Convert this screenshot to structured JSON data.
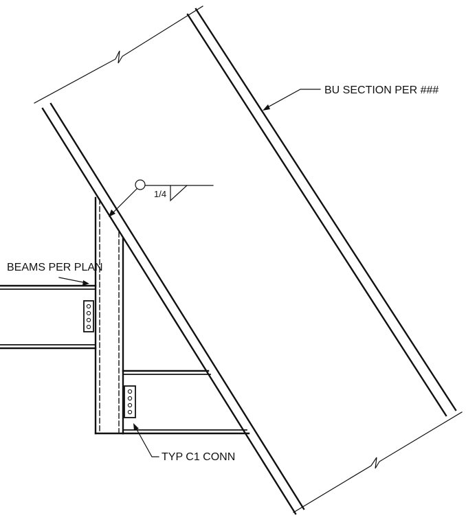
{
  "labels": {
    "bu_section": "BU SECTION PER ###",
    "beams": "BEAMS PER PLAN",
    "weld_size": "1/4",
    "typ_conn": "TYP C1 CONN"
  }
}
